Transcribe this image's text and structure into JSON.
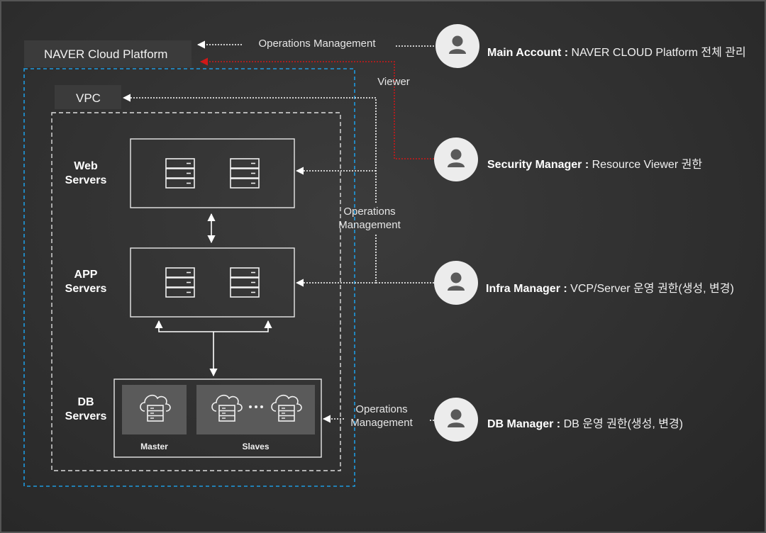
{
  "platform": {
    "title": "NAVER Cloud Platform"
  },
  "vpc": {
    "title": "VPC"
  },
  "groups": {
    "web": "Web\nServers",
    "app": "APP\nServers",
    "db": "DB\nServers"
  },
  "db": {
    "master_label": "Master",
    "slaves_label": "Slaves"
  },
  "links": {
    "ops_top": "Operations Management",
    "viewer": "Viewer",
    "ops_mid": "Operations\nManagement",
    "ops_db": "Operations\nManagement"
  },
  "roles": [
    {
      "name": "Main Account",
      "sep": " : ",
      "desc": "NAVER CLOUD Platform 전체 관리"
    },
    {
      "name": "Security Manager",
      "sep": " : ",
      "desc": "Resource Viewer 권한"
    },
    {
      "name": "Infra Manager",
      "sep": " : ",
      "desc": "VCP/Server 운영 권한(생성, 변경)"
    },
    {
      "name": "DB Manager",
      "sep": " : ",
      "desc": "DB 운영 권한(생성, 변경)"
    }
  ],
  "colors": {
    "vpc_boundary": "#1e9be0",
    "viewer_link": "#d01818",
    "avatar": "#ececec"
  },
  "icons": [
    "server-icon",
    "database-cloud-icon",
    "user-icon"
  ]
}
